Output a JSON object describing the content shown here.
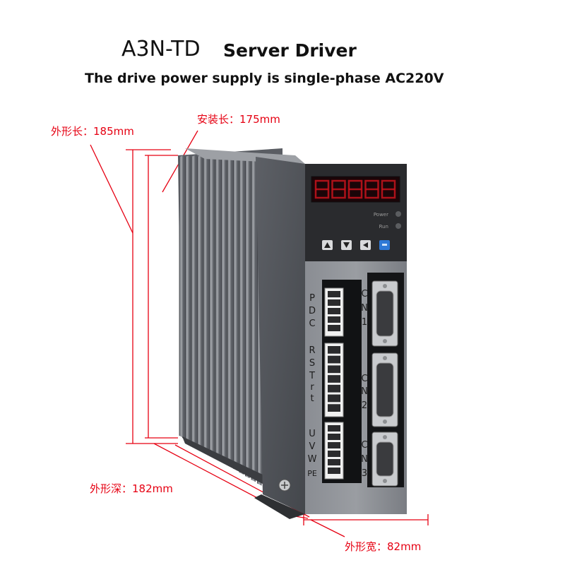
{
  "title": {
    "model": "A3N-TD",
    "rest": "Server Driver"
  },
  "subtitle": "The drive power supply is single-phase AC220V",
  "dimensions": {
    "length": "外形长：185mm",
    "install_length": "安装长：175mm",
    "depth": "外形深：182mm",
    "width": "外形宽：82mm"
  },
  "device": {
    "indicators": {
      "power": "Power",
      "run": "Run"
    },
    "left_labels": {
      "pdc": [
        "P",
        "D",
        "C"
      ],
      "rst": [
        "R",
        "S",
        "T",
        "r",
        "t"
      ],
      "uvw": [
        "U",
        "V",
        "W",
        "PE"
      ]
    },
    "connectors": {
      "cn1": [
        "C",
        "N",
        "1"
      ],
      "cn2": [
        "C",
        "N",
        "2"
      ],
      "cn3": [
        "C",
        "N",
        "3"
      ]
    }
  },
  "colors": {
    "dimension_red": "#e60012",
    "body_gray": "#7d8188",
    "panel_dark": "#2a2b2e",
    "display_red": "#c8141c",
    "button_blue": "#2f79d6"
  }
}
